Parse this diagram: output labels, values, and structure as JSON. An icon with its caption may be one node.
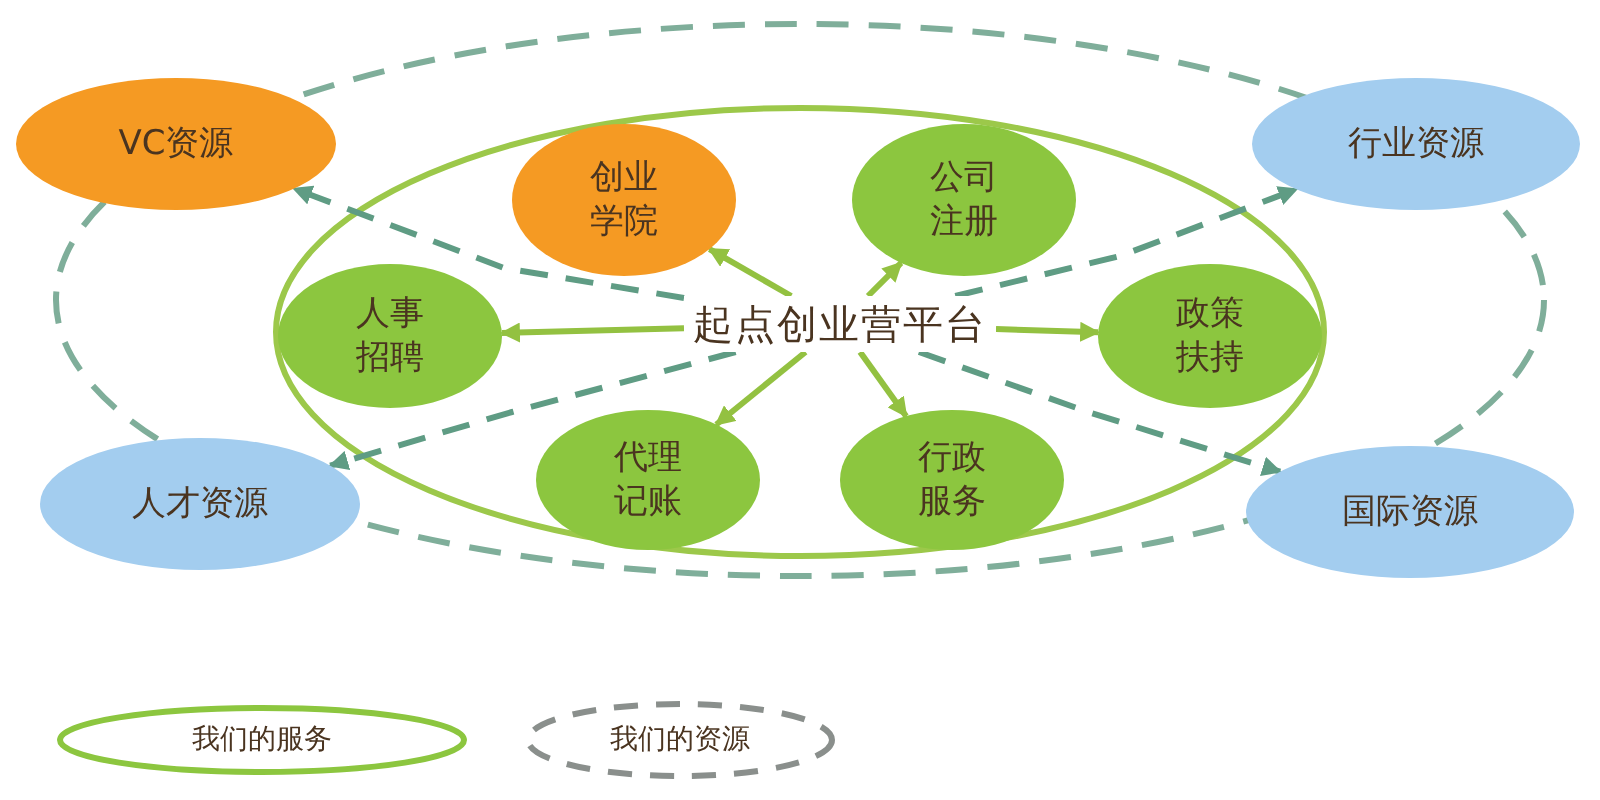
{
  "diagram": {
    "nodes": [
      {
        "text": [
          "VC资源"
        ]
      },
      {
        "text": [
          "行业资源"
        ]
      },
      {
        "text": [
          "创业学院"
        ]
      },
      {
        "text": [
          "公司注册"
        ]
      },
      {
        "text": [
          "人事招聘"
        ]
      },
      {
        "text": [
          "起点创业营平台"
        ]
      },
      {
        "text": [
          "政策扶持"
        ]
      },
      {
        "text": [
          "代理记账"
        ]
      },
      {
        "text": [
          "行政服务"
        ]
      },
      {
        "text": [
          "人才资源"
        ]
      },
      {
        "text": [
          "国际资源"
        ]
      }
    ],
    "edges": [
      {
        "from": 5,
        "to": 2,
        "arrow": "to"
      },
      {
        "from": 5,
        "to": 3,
        "arrow": "to"
      },
      {
        "from": 5,
        "to": 4,
        "arrow": "to"
      },
      {
        "from": 5,
        "to": 6,
        "arrow": "to"
      },
      {
        "from": 5,
        "to": 7,
        "arrow": "to"
      },
      {
        "from": 5,
        "to": 8,
        "arrow": "to"
      },
      {
        "from": 5,
        "to": 0,
        "arrow": "to",
        "style": "dashed",
        "color": "#5f9c84"
      },
      {
        "from": 5,
        "to": 1,
        "arrow": "to",
        "style": "dashed",
        "color": "#5f9c84"
      },
      {
        "from": 5,
        "to": 9,
        "arrow": "to",
        "style": "dashed",
        "color": "#5f9c84"
      },
      {
        "from": 5,
        "to": 10,
        "arrow": "to",
        "style": "dashed",
        "color": "#5f9c84"
      }
    ],
    "legend": [
      {
        "text": "我们的服务"
      },
      {
        "text": "我们的资源"
      }
    ]
  }
}
